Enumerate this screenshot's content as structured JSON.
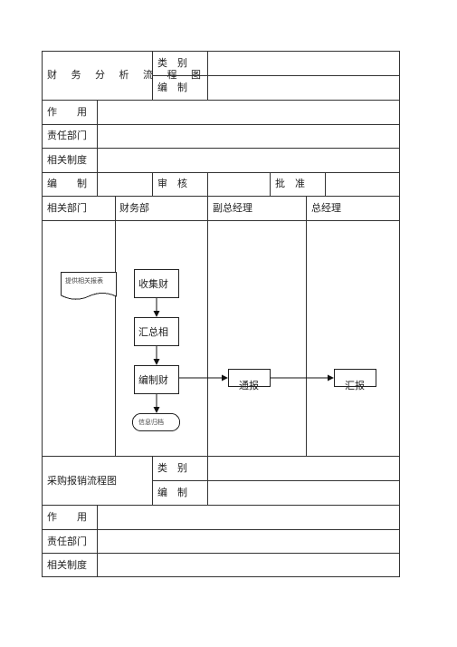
{
  "section1": {
    "title": "财 务 分 析 流 程 图",
    "category_label": "类　别",
    "compile_label": "编　制",
    "purpose_label": "作　　用",
    "dept_label": "责任部门",
    "policy_label": "相关制度",
    "editor_label": "编　　制",
    "review_label": "审　核",
    "approve_label": "批　准"
  },
  "lanes": {
    "related_dept": "相关部门",
    "finance": "财务部",
    "vp": "副总经理",
    "gm": "总经理"
  },
  "flow": {
    "provide_report": "提供相关报表",
    "collect": "收集财",
    "summarize": "汇总相",
    "compile": "编制财",
    "notify": "通报",
    "report": "汇报",
    "archive": "信息归档"
  },
  "section2": {
    "title": "采购报销流程图",
    "category_label": "类　别",
    "compile_label": "编　制",
    "purpose_label": "作　　用",
    "dept_label": "责任部门",
    "policy_label": "相关制度"
  }
}
